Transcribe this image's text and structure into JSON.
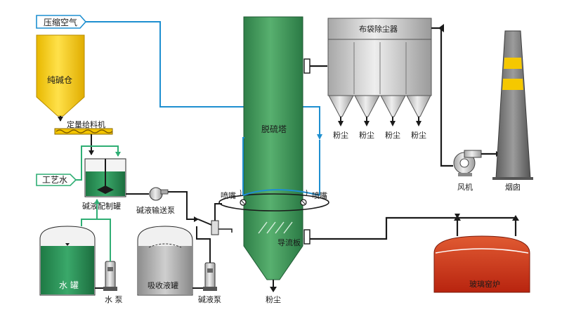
{
  "labels": {
    "compressed_air": "压缩空气",
    "soda_silo": "纯碱仓",
    "feeder": "定量给料机",
    "process_water": "工艺水",
    "alkali_mix_tank": "碱液配制罐",
    "alkali_pump": "碱液输送泵",
    "water_tank": "水 罐",
    "water_pump": "水 泵",
    "absorb_tank": "吸收液罐",
    "alkali_pump2": "碱液泵",
    "tower": "脱硫塔",
    "nozzle_left": "喷嘴",
    "nozzle_right": "喷嘴",
    "guide_plate": "导流板",
    "tower_dust": "粉尘",
    "bag_filter": "布袋除尘器",
    "hopper_dust": [
      "粉尘",
      "粉尘",
      "粉尘",
      "粉尘"
    ],
    "fan": "风机",
    "chimney": "烟囱",
    "glass_furnace": "玻璃窑炉"
  },
  "colors": {
    "green_line": "#2fae74",
    "blue_line": "#1e8fd0",
    "pipe_dark": "#1a1a1a",
    "tower_green": "#3e9a5e",
    "silo_yellow": "#f2c400",
    "furnace_red": "#c9341c",
    "chimney_gray": "#7a7a7a",
    "chimney_band": "#f5c800"
  },
  "icons": {
    "fan": "centrifugal-fan-icon",
    "pump": "vertical-pump-icon",
    "nozzle": "spray-nozzle-icon"
  }
}
